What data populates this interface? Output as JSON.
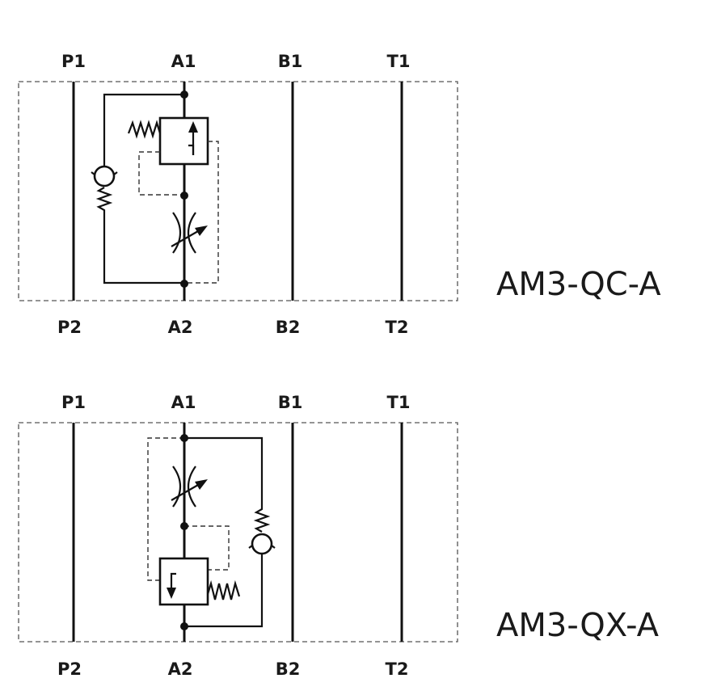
{
  "diagrams": [
    {
      "model": "AM3-QC-A",
      "ports_top": [
        "P1",
        "A1",
        "B1",
        "T1"
      ],
      "ports_bottom": [
        "P2",
        "A2",
        "B2",
        "T2"
      ]
    },
    {
      "model": "AM3-QX-A",
      "ports_top": [
        "P1",
        "A1",
        "B1",
        "T1"
      ],
      "ports_bottom": [
        "P2",
        "A2",
        "B2",
        "T2"
      ]
    }
  ]
}
